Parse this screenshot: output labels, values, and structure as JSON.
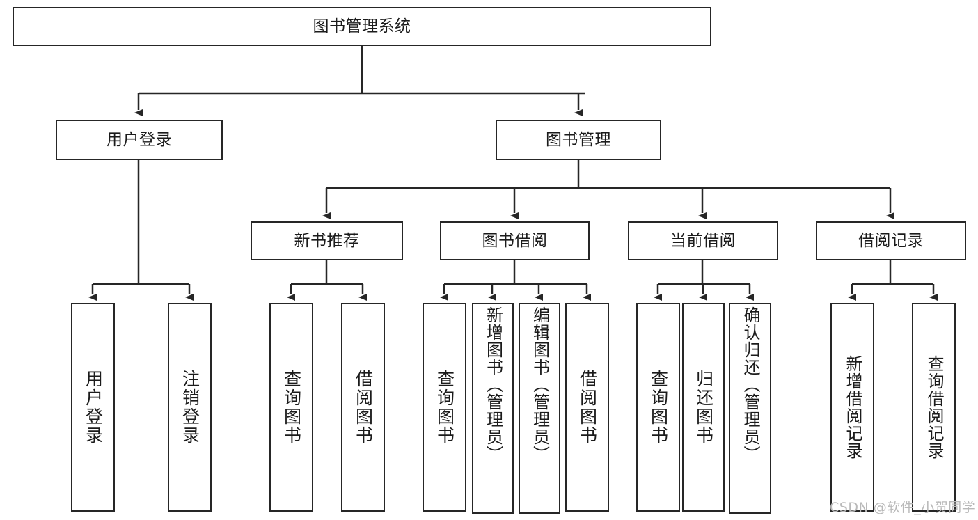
{
  "diagram": {
    "title": "图书管理系统",
    "background_color": "#ffffff",
    "stroke_color": "#262626",
    "text_color": "#1b1b1b",
    "nodes": {
      "root": {
        "label": "图书管理系统"
      },
      "level2": [
        {
          "id": "user-login",
          "label": "用户登录"
        },
        {
          "id": "book-manage",
          "label": "图书管理"
        }
      ],
      "level3": [
        {
          "id": "new-book-recommend",
          "label": "新书推荐"
        },
        {
          "id": "book-borrow",
          "label": "图书借阅"
        },
        {
          "id": "current-borrow",
          "label": "当前借阅"
        },
        {
          "id": "borrow-record",
          "label": "借阅记录"
        }
      ],
      "leaves": {
        "user_login": [
          {
            "id": "leaf-user-login",
            "label": "用户登录"
          },
          {
            "id": "leaf-user-logout",
            "label": "注销登录"
          }
        ],
        "new_book_recommend": [
          {
            "id": "leaf-query-book-1",
            "label": "查询图书"
          },
          {
            "id": "leaf-borrow-book-1",
            "label": "借阅图书"
          }
        ],
        "book_borrow": [
          {
            "id": "leaf-query-book-2",
            "label": "查询图书"
          },
          {
            "id": "leaf-add-book",
            "label": "新增图书（管理员）"
          },
          {
            "id": "leaf-edit-book",
            "label": "编辑图书（管理员）"
          },
          {
            "id": "leaf-borrow-book-2",
            "label": "借阅图书"
          }
        ],
        "current_borrow": [
          {
            "id": "leaf-query-book-3",
            "label": "查询图书"
          },
          {
            "id": "leaf-return-book",
            "label": "归还图书"
          },
          {
            "id": "leaf-confirm-return",
            "label": "确认归还（管理员）"
          }
        ],
        "borrow_record": [
          {
            "id": "leaf-add-record",
            "label": "新增借阅记录"
          },
          {
            "id": "leaf-query-record",
            "label": "查询借阅记录"
          }
        ]
      }
    }
  },
  "watermark": {
    "text": "CSDN @软件_小贺同学"
  }
}
